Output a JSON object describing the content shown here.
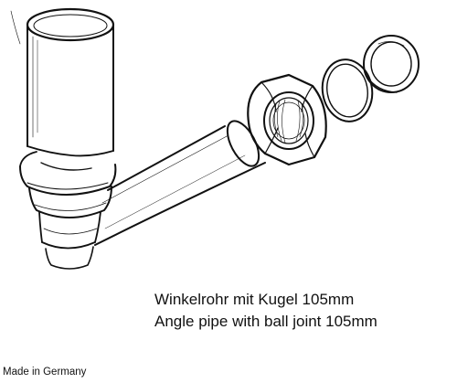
{
  "caption": {
    "line_de": "Winkelrohr mit Kugel 105mm",
    "line_en": "Angle pipe with ball joint 105mm"
  },
  "footer": {
    "made_in": "Made in Germany"
  },
  "parts": [
    {
      "name": "angle-pipe-icon"
    },
    {
      "name": "union-nut-icon"
    },
    {
      "name": "sealing-ring-icon"
    },
    {
      "name": "conical-washer-icon"
    }
  ],
  "colors": {
    "line": "#111111",
    "background": "#ffffff"
  }
}
